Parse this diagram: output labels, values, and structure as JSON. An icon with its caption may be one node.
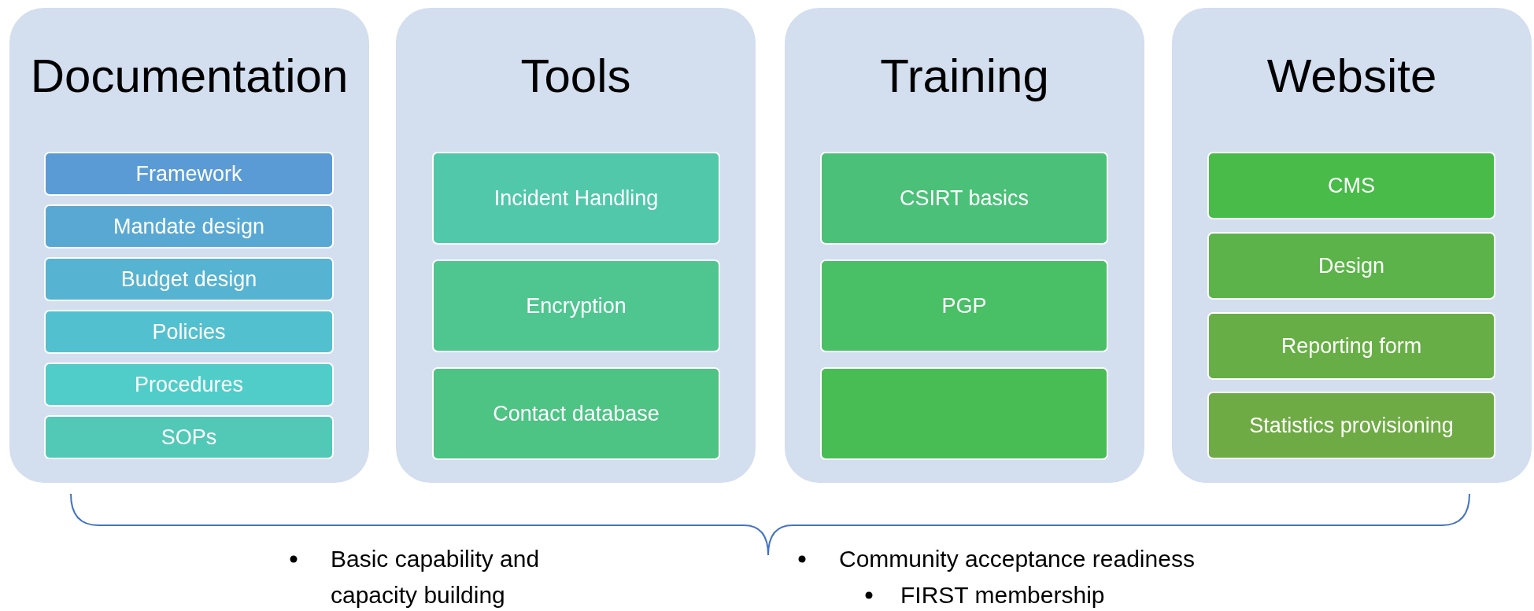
{
  "diagram": {
    "nodes": [
      {
        "text": [
          "Documentation"
        ]
      },
      {
        "text": [
          "Framework"
        ],
        "in": 0
      },
      {
        "text": [
          "Mandate design"
        ],
        "in": 0
      },
      {
        "text": [
          "Budget design"
        ],
        "in": 0
      },
      {
        "text": [
          "Policies"
        ],
        "in": 0
      },
      {
        "text": [
          "Procedures"
        ],
        "in": 0
      },
      {
        "text": [
          "SOPs"
        ],
        "in": 0
      },
      {
        "text": [
          "Tools"
        ]
      },
      {
        "text": [
          "Incident Handling"
        ],
        "in": 7
      },
      {
        "text": [
          "Encryption"
        ],
        "in": 7
      },
      {
        "text": [
          "Contact database"
        ],
        "in": 7
      },
      {
        "text": [
          "Training"
        ]
      },
      {
        "text": [
          "CSIRT basics"
        ],
        "in": 11
      },
      {
        "text": [
          "PGP"
        ],
        "in": 11
      },
      {
        "text": [],
        "shape": "box",
        "in": 11
      },
      {
        "text": [
          "Website"
        ]
      },
      {
        "text": [
          "CMS"
        ],
        "in": 15
      },
      {
        "text": [
          "Design"
        ],
        "in": 15
      },
      {
        "text": [
          "Reporting form"
        ],
        "in": 15
      },
      {
        "text": [
          "Statistics provisioning"
        ],
        "in": 15
      }
    ],
    "edges": [],
    "labels": [
      "Basic capability and capacity building",
      "Community acceptance readiness",
      "FIRST membership"
    ]
  }
}
